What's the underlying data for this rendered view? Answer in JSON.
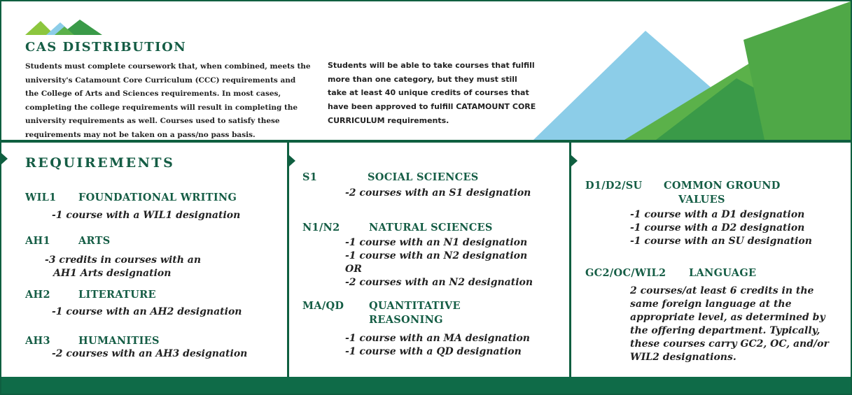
{
  "header": {
    "title": "CAS DISTRIBUTION",
    "intro_left": [
      "Students must complete coursework that, when combined, meets the",
      "university's Catamount Core Curriculum (CCC) requirements and",
      "the College of Arts and Sciences requirements. In most cases,",
      "completing the college requirements will result in completing the",
      "university requirements as well. Courses used to satisfy these",
      "requirements may not be taken on a pass/no pass basis."
    ],
    "intro_right": [
      "Students will be able to take courses that fulfill",
      "more than one category, but they must still",
      "take at least 40 unique credits of courses that",
      "have been approved to fulfill CATAMOUNT CORE",
      "CURRICULUM requirements."
    ]
  },
  "requirements_heading": "REQUIREMENTS",
  "col1": {
    "wil1": {
      "code": "WIL1",
      "name": "FOUNDATIONAL WRITING",
      "lines": [
        "-1 course with a WIL1 designation"
      ]
    },
    "ah1": {
      "code": "AH1",
      "name": "ARTS",
      "lines": [
        "-3 credits in courses with an",
        "AH1 Arts designation"
      ]
    },
    "ah2": {
      "code": "AH2",
      "name": "LITERATURE",
      "lines": [
        "-1 course with an AH2 designation"
      ]
    },
    "ah3": {
      "code": "AH3",
      "name": "HUMANITIES",
      "lines": [
        "-2 courses with an AH3 designation"
      ]
    }
  },
  "col2": {
    "s1": {
      "code": "S1",
      "name": "SOCIAL SCIENCES",
      "lines": [
        "-2 courses with an S1 designation"
      ]
    },
    "n": {
      "code": "N1/N2",
      "name": "NATURAL SCIENCES",
      "lines": [
        "-1 course with an N1 designation",
        "-1 course with an N2 designation",
        "OR",
        "-2 courses with an N2 designation"
      ]
    },
    "maqd": {
      "code": "MA/QD",
      "name": "QUANTITATIVE",
      "name2": "REASONING",
      "lines": [
        "-1 course with an MA designation",
        "-1 course with a QD designation"
      ]
    }
  },
  "col3": {
    "d": {
      "code": "D1/D2/SU",
      "name": "COMMON GROUND",
      "name2": "VALUES",
      "lines": [
        "-1 course with a D1 designation",
        "-1 course with a D2 designation",
        "-1 course with an SU designation"
      ]
    },
    "lang": {
      "code": "GC2/OC/WIL2",
      "name": "LANGUAGE",
      "lines": [
        "2 courses/at least 6 credits in the",
        "same foreign language at the",
        "appropriate level, as determined by",
        "the offering department. Typically,",
        "these courses carry GC2, OC, and/or",
        "WIL2 designations."
      ]
    }
  },
  "colors": {
    "dark_green": "#0f5f40",
    "title_green": "#155d45",
    "mid_green": "#3a9a48",
    "light_green": "#8cc63e",
    "sky_blue": "#8ccde8"
  }
}
